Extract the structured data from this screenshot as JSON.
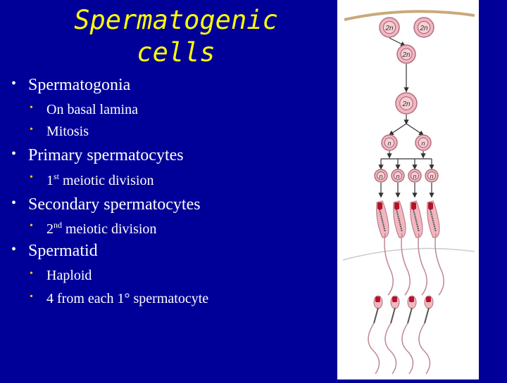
{
  "title": {
    "line1": "Spermatogenic",
    "line2": "cells"
  },
  "bullets": [
    {
      "text": "Spermatogonia",
      "subs": [
        "On basal lamina",
        "Mitosis"
      ]
    },
    {
      "text": "Primary spermatocytes",
      "subs": [
        {
          "main": "1",
          "sup": "st",
          "rest": " meiotic division"
        }
      ]
    },
    {
      "text": "Secondary spermatocytes",
      "subs": [
        {
          "main": "2",
          "sup": "nd",
          "rest": " meiotic division"
        }
      ]
    },
    {
      "text": "Spermatid",
      "subs": [
        "Haploid",
        "4 from each 1° spermatocyte"
      ]
    }
  ],
  "diagram": {
    "labels": {
      "diploid": "2n",
      "haploid": "n"
    }
  },
  "colors": {
    "background": "#000099",
    "title": "#ffff00",
    "sub_bullet": "#ffcc00",
    "cell_fill": "#f2b6c0",
    "nucleus": "#b5122a"
  }
}
